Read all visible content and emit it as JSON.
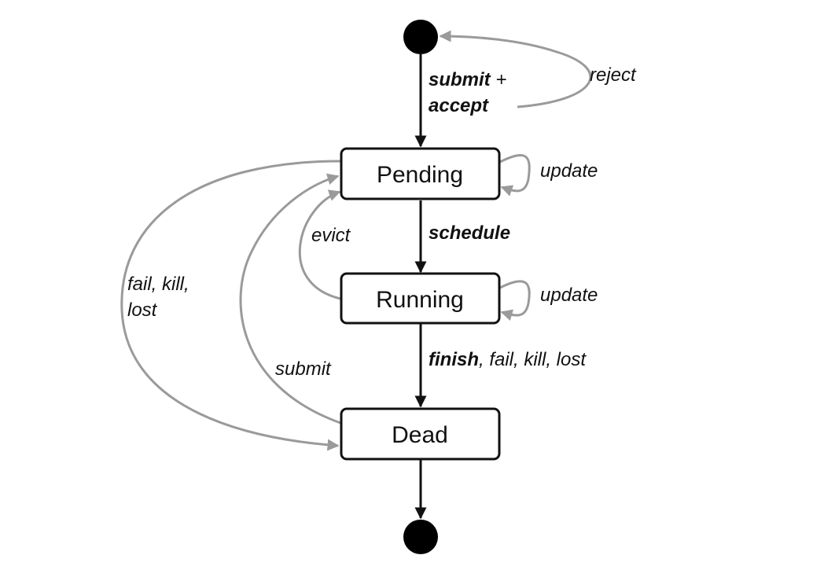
{
  "states": {
    "pending": "Pending",
    "running": "Running",
    "dead": "Dead"
  },
  "transitions": {
    "submit_accept": {
      "line1_bold": "submit",
      "line1_rest": " +",
      "line2_bold": "accept"
    },
    "reject": "reject",
    "pending_update": "update",
    "running_update": "update",
    "schedule": "schedule",
    "evict": "evict",
    "fail_kill_lost": {
      "line1": "fail, kill,",
      "line2": "lost"
    },
    "resubmit": "submit",
    "finish": {
      "bold": "finish",
      "rest": ", fail, kill, lost"
    }
  },
  "colors": {
    "primary_edge": "#111111",
    "secondary_edge": "#9a9a9a",
    "node_fill": "#ffffff"
  }
}
